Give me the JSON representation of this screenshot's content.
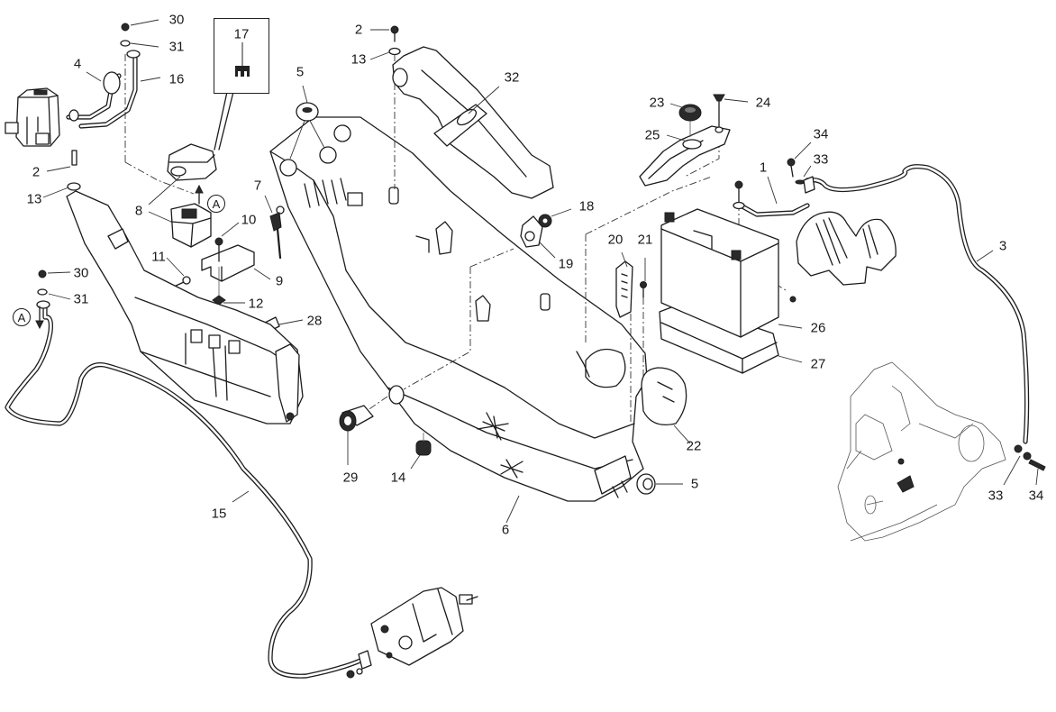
{
  "diagram": {
    "type": "exploded-parts-diagram",
    "subject": "Battery box, starter relay and battery cables assembly",
    "reference_marker": "A",
    "callouts": [
      {
        "id": "c30a",
        "label": "30"
      },
      {
        "id": "c31a",
        "label": "31"
      },
      {
        "id": "c4",
        "label": "4"
      },
      {
        "id": "c16",
        "label": "16"
      },
      {
        "id": "c17",
        "label": "17"
      },
      {
        "id": "c2a",
        "label": "2"
      },
      {
        "id": "c13a",
        "label": "13"
      },
      {
        "id": "c8",
        "label": "8"
      },
      {
        "id": "c7",
        "label": "7"
      },
      {
        "id": "c10",
        "label": "10"
      },
      {
        "id": "c11",
        "label": "11"
      },
      {
        "id": "c9",
        "label": "9"
      },
      {
        "id": "c12",
        "label": "12"
      },
      {
        "id": "c28",
        "label": "28"
      },
      {
        "id": "c30b",
        "label": "30"
      },
      {
        "id": "c31b",
        "label": "31"
      },
      {
        "id": "c15",
        "label": "15"
      },
      {
        "id": "c5a",
        "label": "5"
      },
      {
        "id": "c2b",
        "label": "2"
      },
      {
        "id": "c13b",
        "label": "13"
      },
      {
        "id": "c32",
        "label": "32"
      },
      {
        "id": "c18",
        "label": "18"
      },
      {
        "id": "c19",
        "label": "19"
      },
      {
        "id": "c20",
        "label": "20"
      },
      {
        "id": "c21",
        "label": "21"
      },
      {
        "id": "c29",
        "label": "29"
      },
      {
        "id": "c14",
        "label": "14"
      },
      {
        "id": "c6",
        "label": "6"
      },
      {
        "id": "c22",
        "label": "22"
      },
      {
        "id": "c5b",
        "label": "5"
      },
      {
        "id": "c23",
        "label": "23"
      },
      {
        "id": "c24",
        "label": "24"
      },
      {
        "id": "c25",
        "label": "25"
      },
      {
        "id": "c1",
        "label": "1"
      },
      {
        "id": "c34a",
        "label": "34"
      },
      {
        "id": "c33a",
        "label": "33"
      },
      {
        "id": "c26",
        "label": "26"
      },
      {
        "id": "c27",
        "label": "27"
      },
      {
        "id": "c3",
        "label": "3"
      },
      {
        "id": "c33b",
        "label": "33"
      },
      {
        "id": "c34b",
        "label": "34"
      }
    ]
  }
}
